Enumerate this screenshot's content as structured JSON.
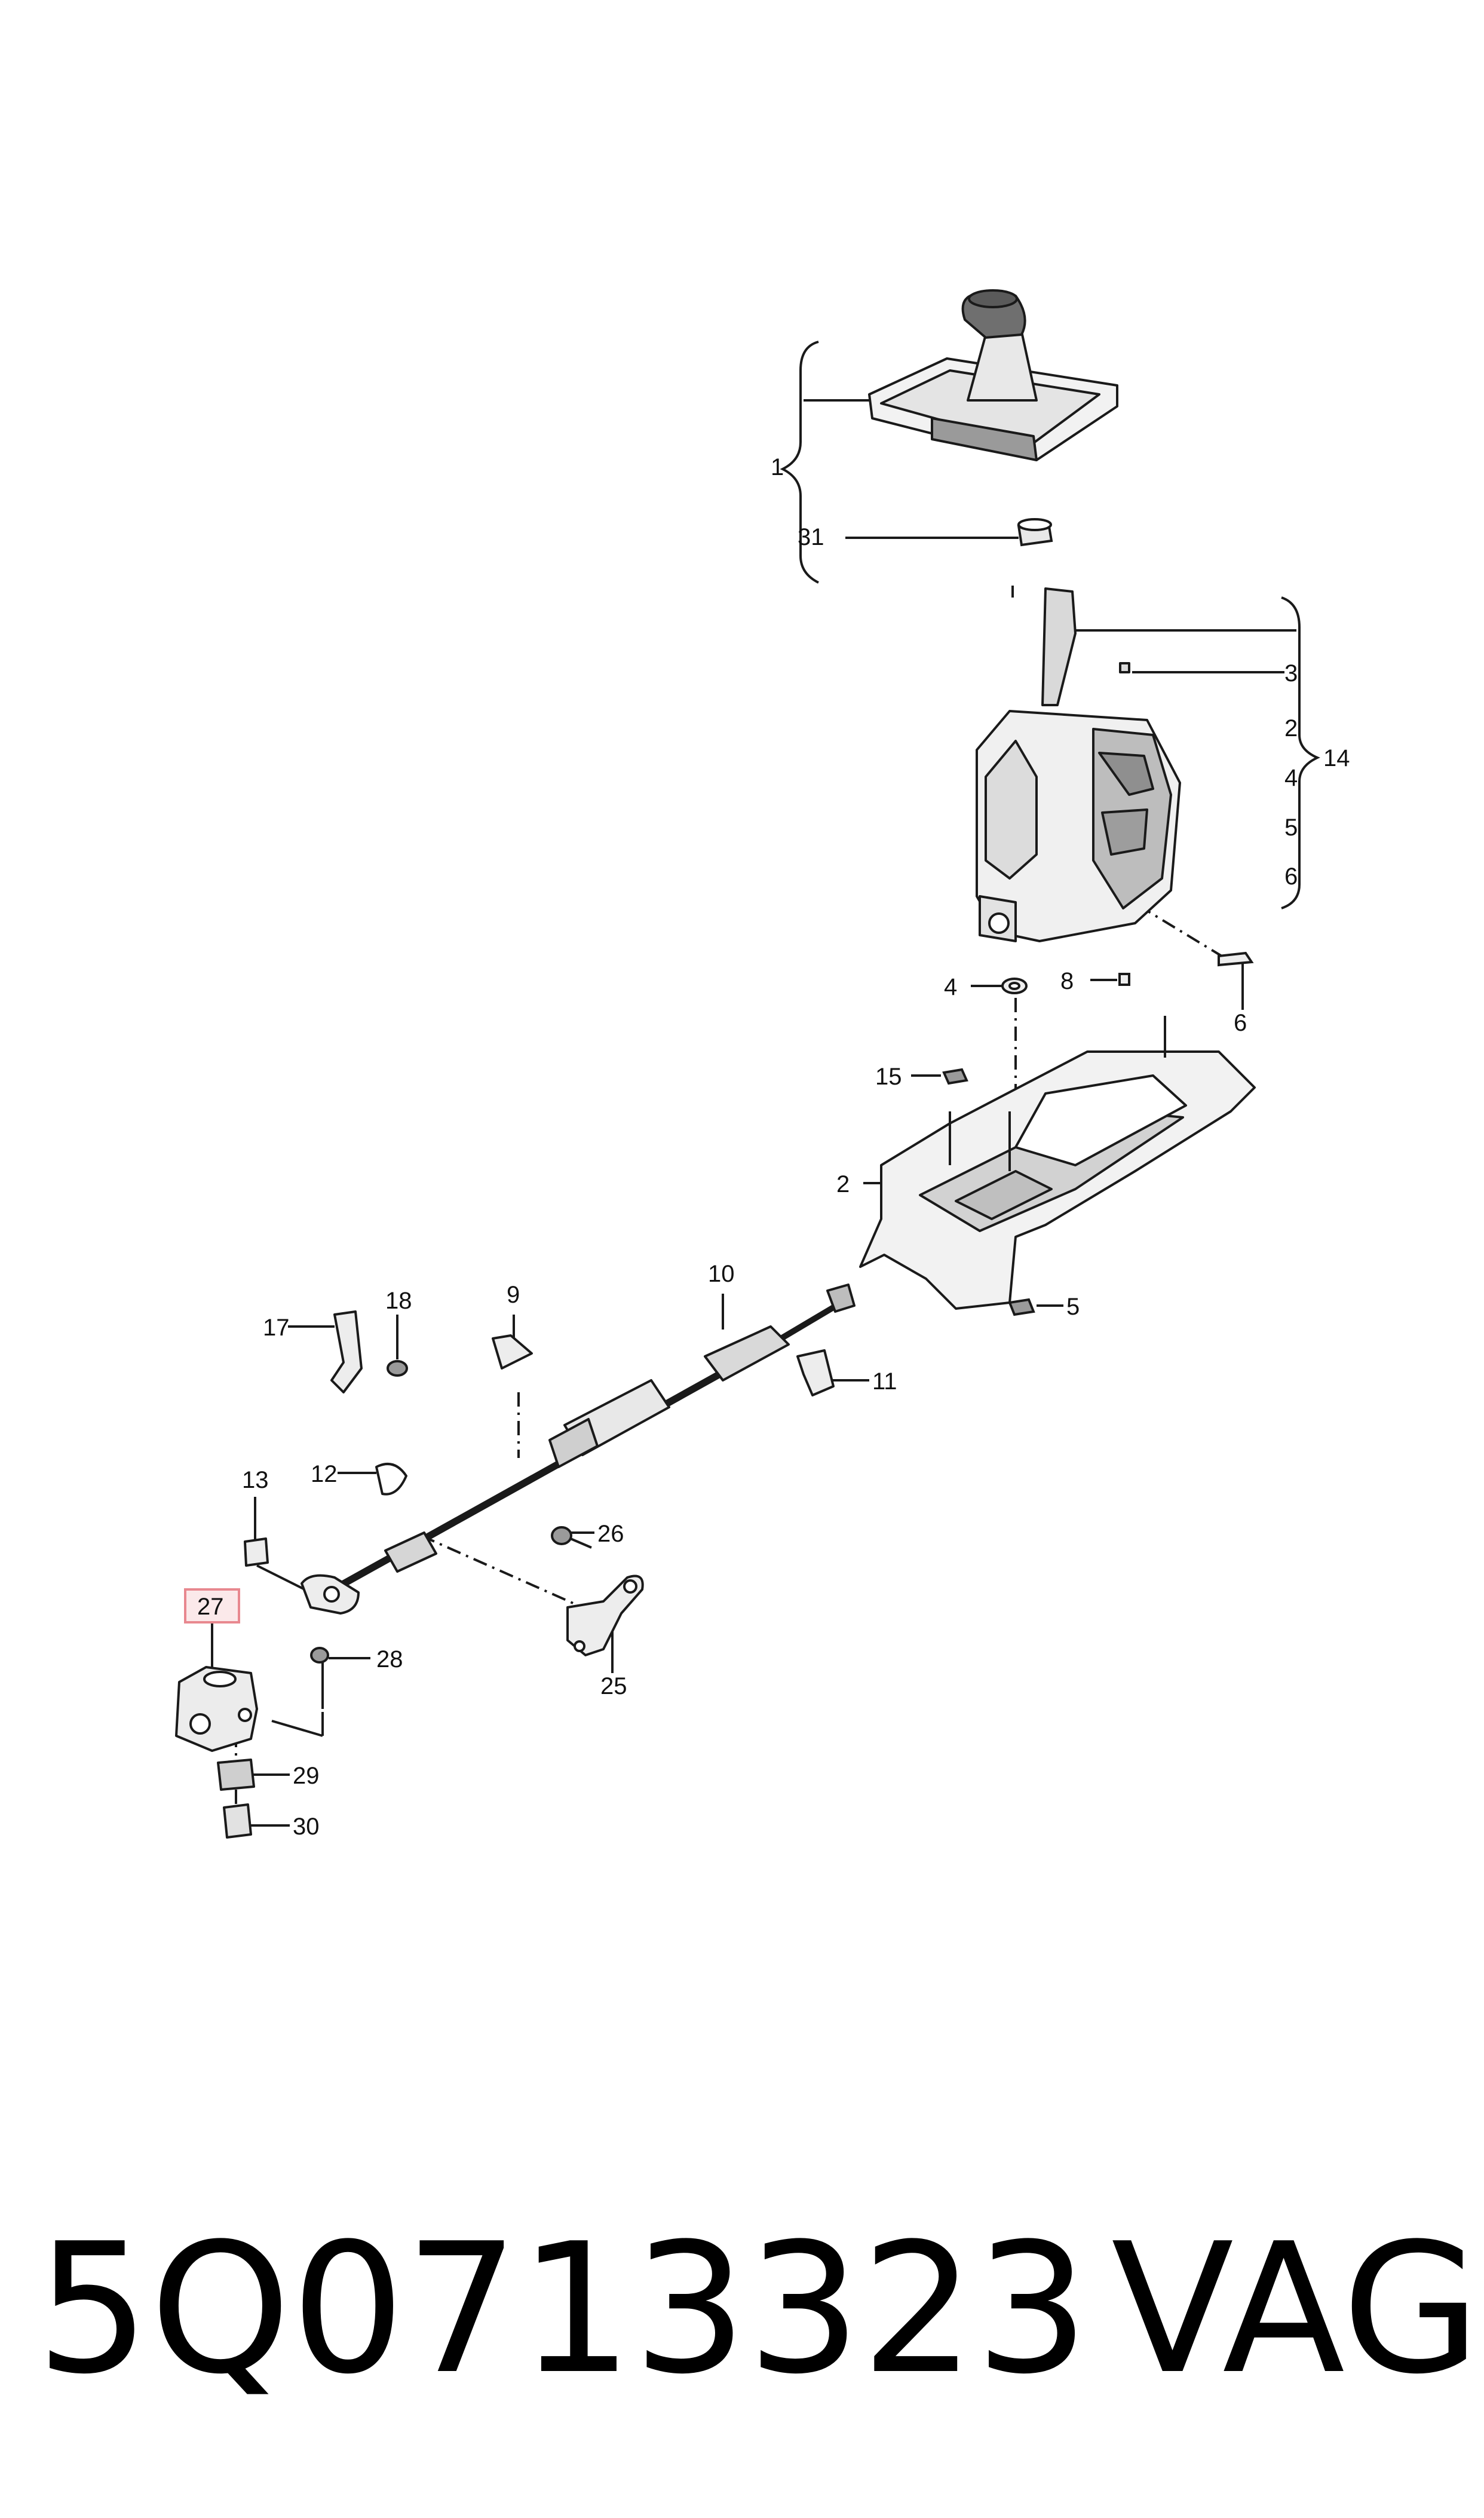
{
  "colors": {
    "line": "#1a1a1a",
    "part_fill": "#f2f2f2",
    "part_shade": "#cfcfcf",
    "highlight_border": "#e8888f",
    "highlight_fill": "#fbe9ea"
  },
  "callouts": {
    "c1": "1",
    "c31": "31",
    "c3": "3",
    "c2a": "2",
    "c14": "14",
    "c4a": "4",
    "c5a": "5",
    "c6a": "6",
    "c4b": "4",
    "c8": "8",
    "c6b": "6",
    "c15": "15",
    "c2b": "2",
    "c5b": "5",
    "c9": "9",
    "c10": "10",
    "c17": "17",
    "c18": "18",
    "c11": "11",
    "c13": "13",
    "c12": "12",
    "c26": "26",
    "c27": "27",
    "c28": "28",
    "c25": "25",
    "c29": "29",
    "c30": "30"
  },
  "footer": {
    "part_number": "5Q0713323",
    "brand": "VAG"
  }
}
